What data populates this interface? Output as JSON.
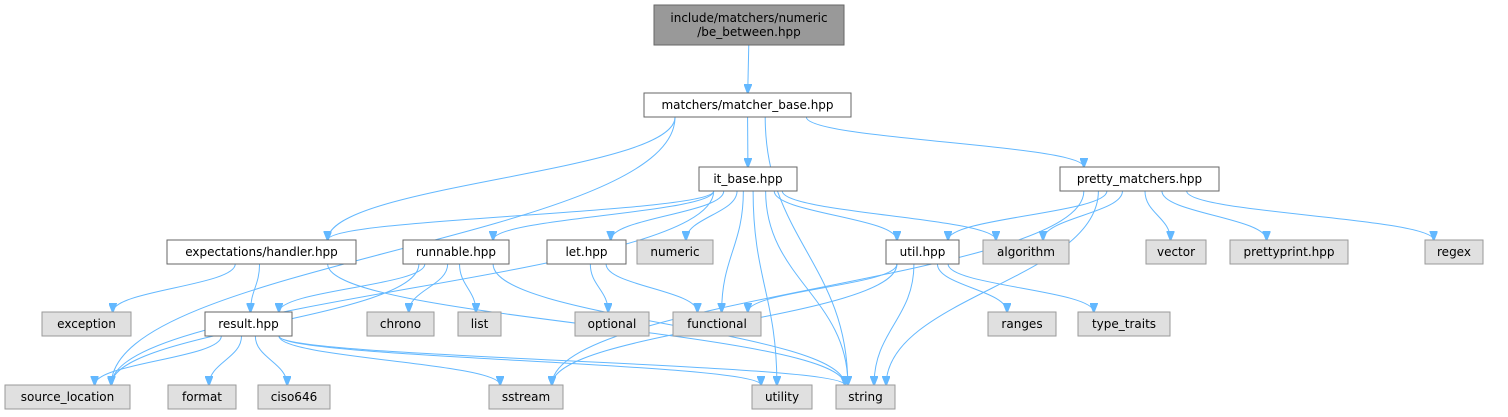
{
  "colors": {
    "root_fill": "#999999",
    "root_stroke": "#666666",
    "local_fill": "#ffffff",
    "local_stroke": "#666666",
    "system_fill": "#e0e0e0",
    "system_stroke": "#999999",
    "edge": "#63b8ff"
  },
  "nodes": [
    {
      "id": "be_between",
      "label": "include/matchers/numeric\n/be_between.hpp",
      "kind": "root"
    },
    {
      "id": "matcher_base",
      "label": "matchers/matcher_base.hpp",
      "kind": "local"
    },
    {
      "id": "it_base",
      "label": "it_base.hpp",
      "kind": "local"
    },
    {
      "id": "pretty_matchers",
      "label": "pretty_matchers.hpp",
      "kind": "local"
    },
    {
      "id": "handler",
      "label": "expectations/handler.hpp",
      "kind": "local"
    },
    {
      "id": "runnable",
      "label": "runnable.hpp",
      "kind": "local"
    },
    {
      "id": "let",
      "label": "let.hpp",
      "kind": "local"
    },
    {
      "id": "numeric",
      "label": "numeric",
      "kind": "system"
    },
    {
      "id": "util",
      "label": "util.hpp",
      "kind": "local"
    },
    {
      "id": "algorithm",
      "label": "algorithm",
      "kind": "system"
    },
    {
      "id": "vector",
      "label": "vector",
      "kind": "system"
    },
    {
      "id": "prettyprint",
      "label": "prettyprint.hpp",
      "kind": "system"
    },
    {
      "id": "regex",
      "label": "regex",
      "kind": "system"
    },
    {
      "id": "exception",
      "label": "exception",
      "kind": "system"
    },
    {
      "id": "result",
      "label": "result.hpp",
      "kind": "local"
    },
    {
      "id": "chrono",
      "label": "chrono",
      "kind": "system"
    },
    {
      "id": "list",
      "label": "list",
      "kind": "system"
    },
    {
      "id": "optional",
      "label": "optional",
      "kind": "system"
    },
    {
      "id": "functional",
      "label": "functional",
      "kind": "system"
    },
    {
      "id": "ranges",
      "label": "ranges",
      "kind": "system"
    },
    {
      "id": "type_traits",
      "label": "type_traits",
      "kind": "system"
    },
    {
      "id": "source_location",
      "label": "source_location",
      "kind": "system"
    },
    {
      "id": "format",
      "label": "format",
      "kind": "system"
    },
    {
      "id": "ciso646",
      "label": "ciso646",
      "kind": "system"
    },
    {
      "id": "sstream",
      "label": "sstream",
      "kind": "system"
    },
    {
      "id": "utility",
      "label": "utility",
      "kind": "system"
    },
    {
      "id": "string",
      "label": "string",
      "kind": "system"
    }
  ],
  "edges": [
    [
      "be_between",
      "matcher_base"
    ],
    [
      "matcher_base",
      "it_base"
    ],
    [
      "matcher_base",
      "pretty_matchers"
    ],
    [
      "matcher_base",
      "handler"
    ],
    [
      "matcher_base",
      "source_location"
    ],
    [
      "matcher_base",
      "string"
    ],
    [
      "it_base",
      "handler"
    ],
    [
      "it_base",
      "runnable"
    ],
    [
      "it_base",
      "let"
    ],
    [
      "it_base",
      "numeric"
    ],
    [
      "it_base",
      "util"
    ],
    [
      "it_base",
      "algorithm"
    ],
    [
      "it_base",
      "functional"
    ],
    [
      "it_base",
      "utility"
    ],
    [
      "it_base",
      "string"
    ],
    [
      "it_base",
      "source_location"
    ],
    [
      "pretty_matchers",
      "util"
    ],
    [
      "pretty_matchers",
      "algorithm"
    ],
    [
      "pretty_matchers",
      "vector"
    ],
    [
      "pretty_matchers",
      "prettyprint"
    ],
    [
      "pretty_matchers",
      "regex"
    ],
    [
      "pretty_matchers",
      "string"
    ],
    [
      "pretty_matchers",
      "sstream"
    ],
    [
      "handler",
      "exception"
    ],
    [
      "handler",
      "result"
    ],
    [
      "handler",
      "string"
    ],
    [
      "runnable",
      "result"
    ],
    [
      "runnable",
      "chrono"
    ],
    [
      "runnable",
      "list"
    ],
    [
      "runnable",
      "source_location"
    ],
    [
      "runnable",
      "string"
    ],
    [
      "let",
      "optional"
    ],
    [
      "let",
      "functional"
    ],
    [
      "util",
      "functional"
    ],
    [
      "util",
      "ranges"
    ],
    [
      "util",
      "type_traits"
    ],
    [
      "util",
      "sstream"
    ],
    [
      "util",
      "string"
    ],
    [
      "result",
      "source_location"
    ],
    [
      "result",
      "format"
    ],
    [
      "result",
      "ciso646"
    ],
    [
      "result",
      "sstream"
    ],
    [
      "result",
      "utility"
    ],
    [
      "result",
      "string"
    ]
  ]
}
